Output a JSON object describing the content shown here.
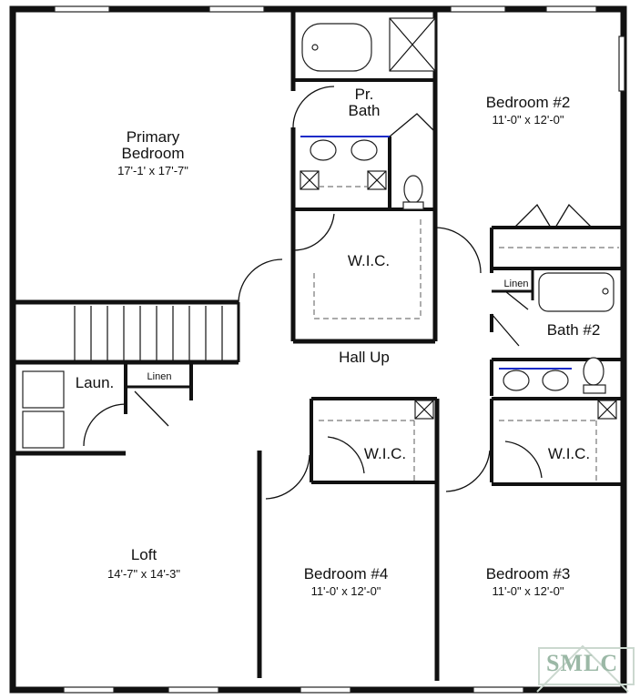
{
  "rooms": {
    "primary_bedroom": {
      "name_line1": "Primary",
      "name_line2": "Bedroom",
      "dims": "17'-1' x 17'-7\""
    },
    "pr_bath": {
      "name_line1": "Pr.",
      "name_line2": "Bath"
    },
    "bedroom2": {
      "name": "Bedroom #2",
      "dims": "11'-0\" x 12'-0\""
    },
    "wic_primary": {
      "name": "W.I.C."
    },
    "linen_bath2": {
      "name": "Linen"
    },
    "bath2": {
      "name": "Bath #2"
    },
    "hall": {
      "name": "Hall Up"
    },
    "laundry": {
      "name": "Laun."
    },
    "linen_laundry": {
      "name": "Linen"
    },
    "wic_bed4": {
      "name": "W.I.C."
    },
    "wic_bed3": {
      "name": "W.I.C."
    },
    "loft": {
      "name": "Loft",
      "dims": "14'-7\" x 14'-3\""
    },
    "bedroom4": {
      "name": "Bedroom #4",
      "dims": "11'-0' x 12'-0\""
    },
    "bedroom3": {
      "name": "Bedroom #3",
      "dims": "11'-0\" x 12'-0\""
    }
  },
  "logo": {
    "text": "SMLC"
  },
  "colors": {
    "accent": "#1a2bc8",
    "logo": "#9bb8a6",
    "wall": "#111111"
  }
}
